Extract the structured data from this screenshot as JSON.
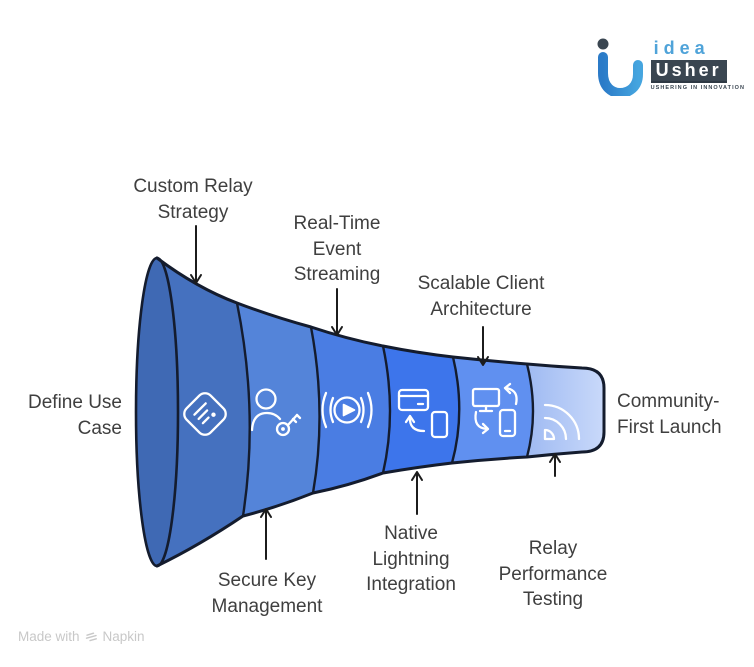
{
  "logo": {
    "idea_text": "idea",
    "usher_text": "Usher",
    "tagline": "USHERING IN INNOVATION"
  },
  "funnel": {
    "entry": {
      "label": "Define Use\nCase"
    },
    "exit": {
      "label": "Community-\nFirst Launch"
    },
    "mouth_color": "#3F69B4",
    "segments": [
      {
        "label": "Custom Relay\nStrategy",
        "icon": "feed-icon",
        "color": "#4571BF",
        "callout": "top"
      },
      {
        "label": "Secure Key\nManagement",
        "icon": "user-key-icon",
        "color": "#5484D9",
        "callout": "bottom"
      },
      {
        "label": "Real-Time\nEvent\nStreaming",
        "icon": "broadcast-icon",
        "color": "#4A7DE3",
        "callout": "top"
      },
      {
        "label": "Native\nLightning\nIntegration",
        "icon": "card-phone-sync-icon",
        "color": "#3D75EB",
        "callout": "bottom"
      },
      {
        "label": "Scalable Client\nArchitecture",
        "icon": "device-sync-icon",
        "color": "#6090F0",
        "callout": "top"
      },
      {
        "label": "Relay\nPerformance\nTesting",
        "icon": "signal-icon",
        "color": "#9FBAF2",
        "color_end": "#C9D9FA",
        "callout": "bottom"
      }
    ]
  },
  "colors": {
    "outline": "#141C2E",
    "arrow": "#1C1C1C",
    "icon": "#FFFFFF",
    "label_text": "#3F3F3F"
  },
  "footer": {
    "made_with": "Made with",
    "brand": "Napkin"
  }
}
